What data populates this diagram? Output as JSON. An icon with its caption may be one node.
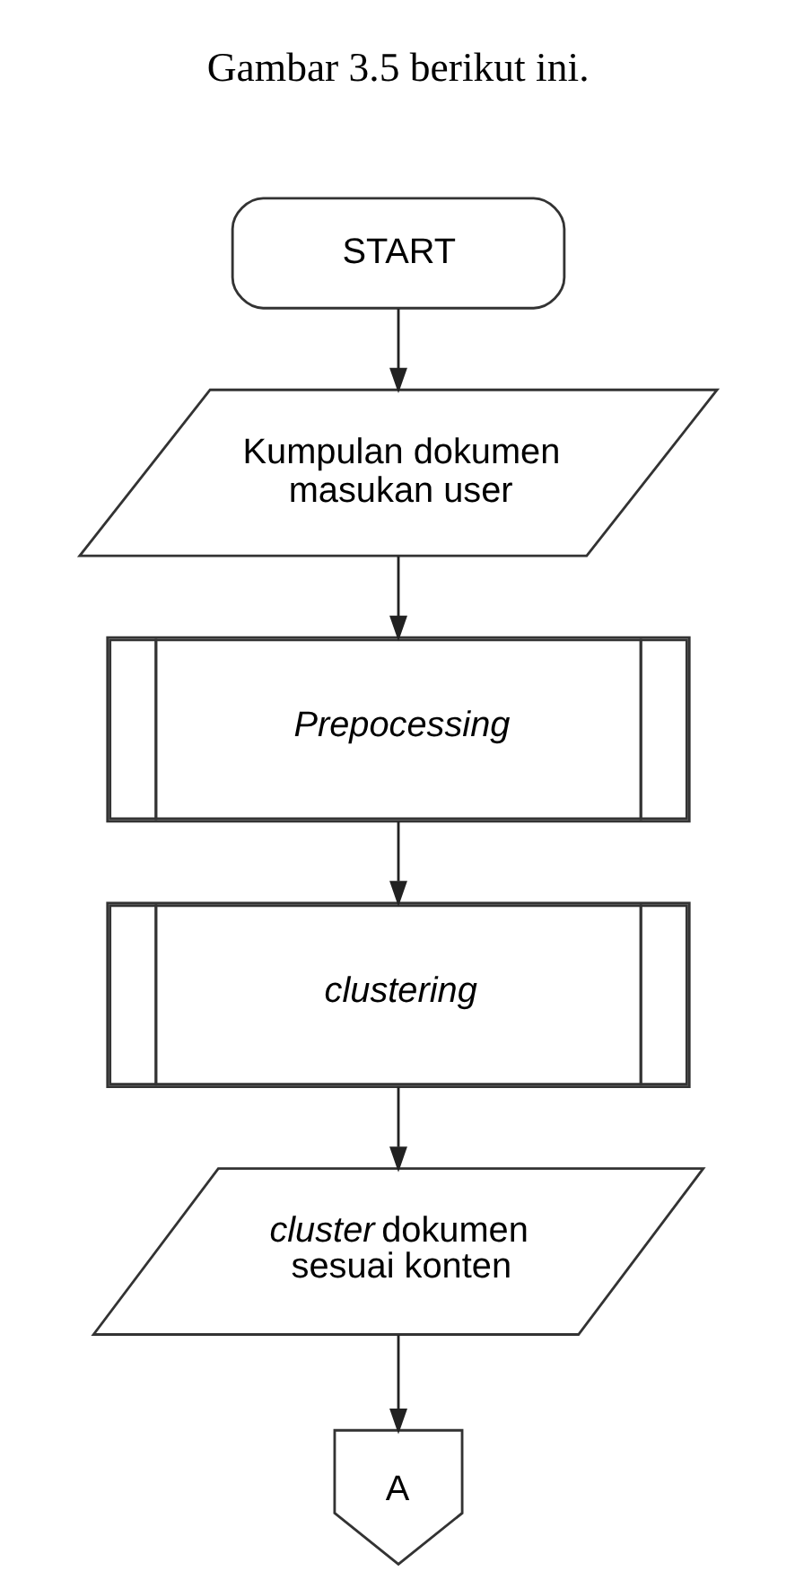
{
  "diagram": {
    "nodes": [
      {
        "text": [
          "START"
        ]
      },
      {
        "text": [
          "Kumpulan dokumen masukan user"
        ]
      },
      {
        "text": [
          "Prepocessing"
        ]
      },
      {
        "text": [
          "clustering"
        ]
      },
      {
        "text": [
          "*cluster* dokumen sesuai konten"
        ]
      },
      {
        "text": [
          "A"
        ]
      }
    ],
    "edges": [
      {
        "from": 0,
        "to": 1,
        "arrow": "to"
      },
      {
        "from": 1,
        "to": 2,
        "arrow": "to"
      },
      {
        "from": 2,
        "to": 3,
        "arrow": "to"
      },
      {
        "from": 3,
        "to": 4,
        "arrow": "to"
      },
      {
        "from": 4,
        "to": 5,
        "arrow": "to"
      }
    ],
    "labels": [
      "Gambar 3.5 berikut ini."
    ]
  }
}
